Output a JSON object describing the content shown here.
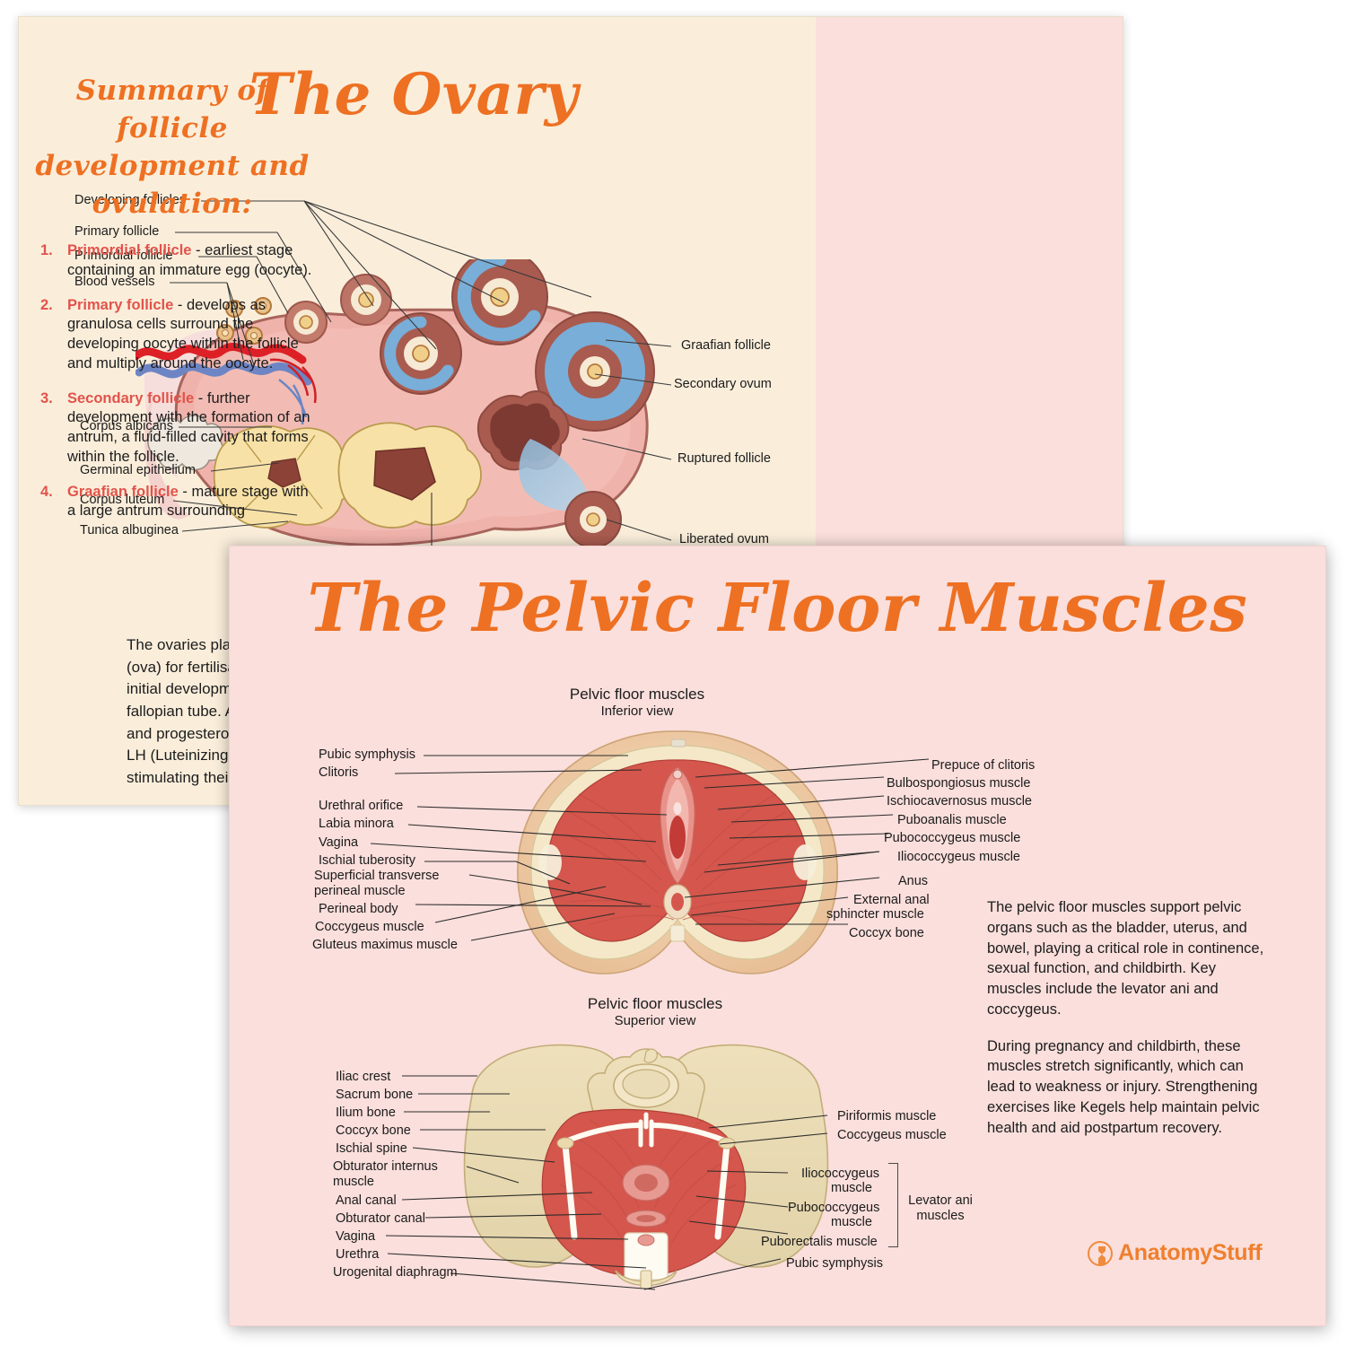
{
  "back_card": {
    "title": "The Ovary",
    "summary_title": "Summary of follicle development and ovulation:",
    "summary_items": [
      {
        "num": "1.",
        "term": "Primordial follicle",
        "rest": " - earliest stage containing an immature egg (oocyte)."
      },
      {
        "num": "2.",
        "term": "Primary follicle",
        "rest": " - develops as granulosa cells surround the developing oocyte within the follicle and multiply around the oocyte."
      },
      {
        "num": "3.",
        "term": "Secondary follicle",
        "rest": " - further development with the formation of an antrum, a fluid-filled cavity that forms within the follicle."
      },
      {
        "num": "4.",
        "term": "Graafian follicle",
        "rest": " - mature stage with a large antrum surrounding"
      }
    ],
    "labels_left": [
      "Developing follicles",
      "Primary follicle",
      "Primordial follicle",
      "Blood vessels",
      "Corpus albicans",
      "Germinal epithelium",
      "Corpus luteum",
      "Tunica albuginea"
    ],
    "labels_right": [
      "Graafian follicle",
      "Secondary ovum",
      "Ruptured follicle",
      "Liberated ovum"
    ],
    "body_lines": [
      "The ovaries play",
      "(ova) for fertilisa",
      "initial developme",
      "fallopian tube. A",
      "and progesteron",
      "LH (Luteinizing H",
      "stimulating their"
    ]
  },
  "front_card": {
    "title": "The Pelvic Floor Muscles",
    "diagram1": {
      "caption": "Pelvic floor muscles",
      "subcaption": "Inferior view",
      "labels_left": [
        "Pubic symphysis",
        "Clitoris",
        "Urethral orifice",
        "Labia minora",
        "Vagina",
        "Ischial tuberosity",
        "Superficial transverse",
        "perineal muscle",
        "Perineal body",
        "Coccygeus muscle",
        "Gluteus maximus muscle"
      ],
      "labels_right": [
        "Prepuce of clitoris",
        "Bulbospongiosus muscle",
        "Ischiocavernosus muscle",
        "Puboanalis muscle",
        "Pubococcygeus muscle",
        "Iliococcygeus muscle",
        "Anus",
        "External anal",
        "sphincter muscle",
        "Coccyx bone"
      ]
    },
    "diagram2": {
      "caption": "Pelvic floor muscles",
      "subcaption": "Superior view",
      "labels_left": [
        "Iliac crest",
        "Sacrum bone",
        "Ilium bone",
        "Coccyx bone",
        "Ischial spine",
        "Obturator internus",
        "muscle",
        "Anal canal",
        "Obturator canal",
        "Vagina",
        "Urethra",
        "Urogenital diaphragm"
      ],
      "labels_right": [
        "Piriformis muscle",
        "Coccygeus muscle",
        "Iliococcygeus",
        "muscle",
        "Pubococcygeus",
        "muscle",
        "Puborectalis muscle",
        "Pubic symphysis"
      ],
      "bracket_label_line1": "Levator ani",
      "bracket_label_line2": "muscles"
    },
    "body_paragraph_1": "The pelvic floor muscles support pelvic organs such as the bladder, uterus, and bowel, playing a critical role in continence, sexual function, and childbirth. Key muscles include the levator ani and coccygeus.",
    "body_paragraph_2": "During pregnancy and childbirth, these muscles stretch significantly, which can lead to weakness or injury. Strengthening exercises like Kegels help maintain pelvic health and aid postpartum recovery.",
    "logo_text": "AnatomyStuff"
  },
  "colors": {
    "accent_orange": "#ee7022",
    "term_red": "#e2534a",
    "back_bg": "#faeedb",
    "pink_bg": "#fadfdc",
    "muscle_red": "#d4564c",
    "bone_tan": "#e8dcb5"
  }
}
